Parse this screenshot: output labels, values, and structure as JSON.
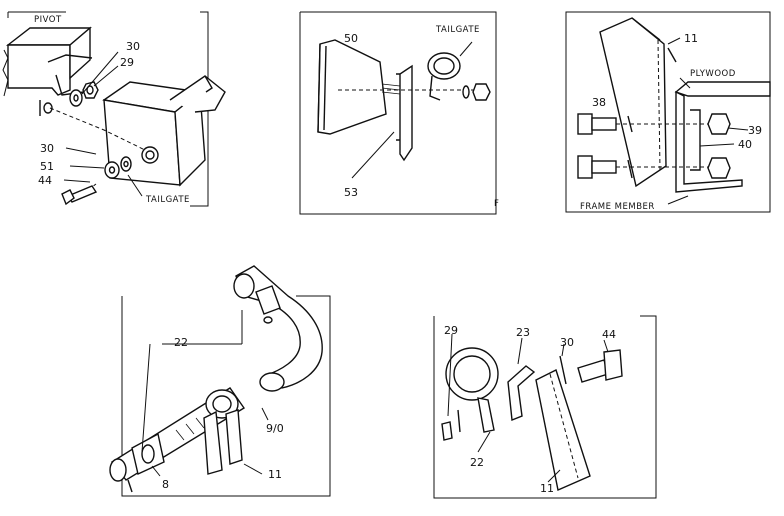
{
  "panels": {
    "top_left": {
      "labels": {
        "pivot": "PIVOT",
        "p30a": "30",
        "p29": "29",
        "p30b": "30",
        "p51": "51",
        "p44": "44",
        "tailgate": "TAILGATE"
      }
    },
    "top_middle": {
      "labels": {
        "p50": "50",
        "tailgate": "TAILGATE",
        "p53": "53",
        "corner": "F"
      }
    },
    "top_right": {
      "labels": {
        "p11": "11",
        "plywood": "PLYWOOD",
        "p38": "38",
        "p39": "39",
        "p40": "40",
        "frame_member": "FRAME MEMBER"
      }
    },
    "bottom_left": {
      "labels": {
        "p22": "22",
        "p9_10": "9/0",
        "p8": "8",
        "p11": "11"
      }
    },
    "bottom_right": {
      "labels": {
        "p29": "29",
        "p23": "23",
        "p30": "30",
        "p44": "44",
        "p22": "22",
        "p11": "11"
      }
    }
  }
}
